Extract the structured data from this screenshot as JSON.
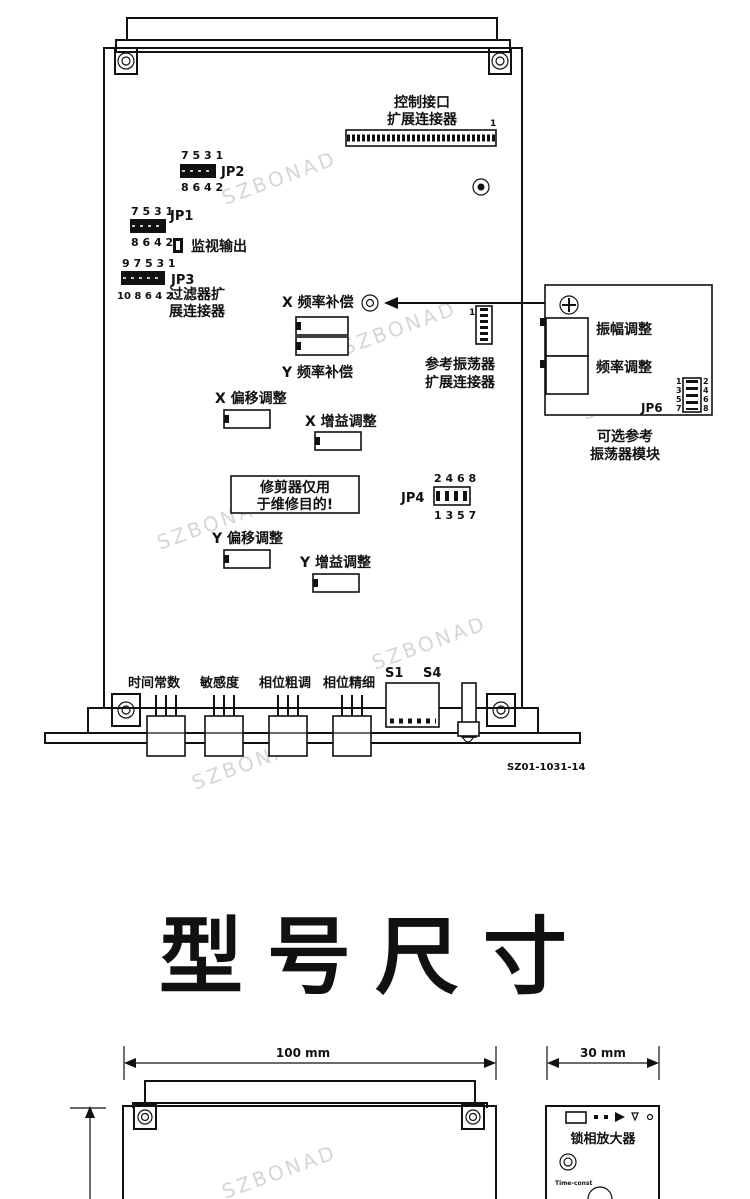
{
  "board": {
    "connector_top_label_line1": "控制接口",
    "connector_top_label_line2": "扩展连接器",
    "connector_pin1": "1",
    "jp2_top": "7 5 3 1",
    "jp2_bottom": "8 6 4 2",
    "jp2_label": "JP2",
    "jp1_top": "7 5 3 1",
    "jp1_bottom": "8 6 4 2",
    "jp1_label": "JP1",
    "monitor_output": "监视输出",
    "jp3_top": "9 7 5 3 1",
    "jp3_bottom": "10 8 6 4 2",
    "jp3_label": "JP3",
    "filter_label_line1": "过滤器扩",
    "filter_label_line2": "展连接器",
    "x_freq_comp": "X 频率补偿",
    "y_freq_comp": "Y 频率补偿",
    "ref_osc_pin1": "1",
    "ref_osc_line1": "参考振荡器",
    "ref_osc_line2": "扩展连接器",
    "x_offset": "X 偏移调整",
    "x_gain": "X 增益调整",
    "trim_note_line1": "修剪器仅用",
    "trim_note_line2": "于维修目的!",
    "jp4_top": "2 4 6 8",
    "jp4_bottom": "1 3 5 7",
    "jp4_label": "JP4",
    "y_offset": "Y 偏移调整",
    "y_gain": "Y 增益调整",
    "s1": "S1",
    "s4": "S4",
    "time_const": "时间常数",
    "sensitivity": "敏感度",
    "phase_coarse": "相位粗调",
    "phase_fine": "相位精细",
    "part_number": "SZ01-1031-14"
  },
  "module": {
    "amplitude_adjust": "振幅调整",
    "frequency_adjust": "频率调整",
    "jp6_label": "JP6",
    "jp6_left_pins": "1 3 5 7",
    "jp6_right_pins": "2 4 6 8",
    "caption_line1": "可选参考",
    "caption_line2": "振荡器模块"
  },
  "watermark": "SZBONAD",
  "section_title": "型号尺寸",
  "dimensions": {
    "width_label": "100 mm",
    "depth_label": "30 mm",
    "front_panel_label": "锁相放大器",
    "time_const_small": "Time-const"
  }
}
